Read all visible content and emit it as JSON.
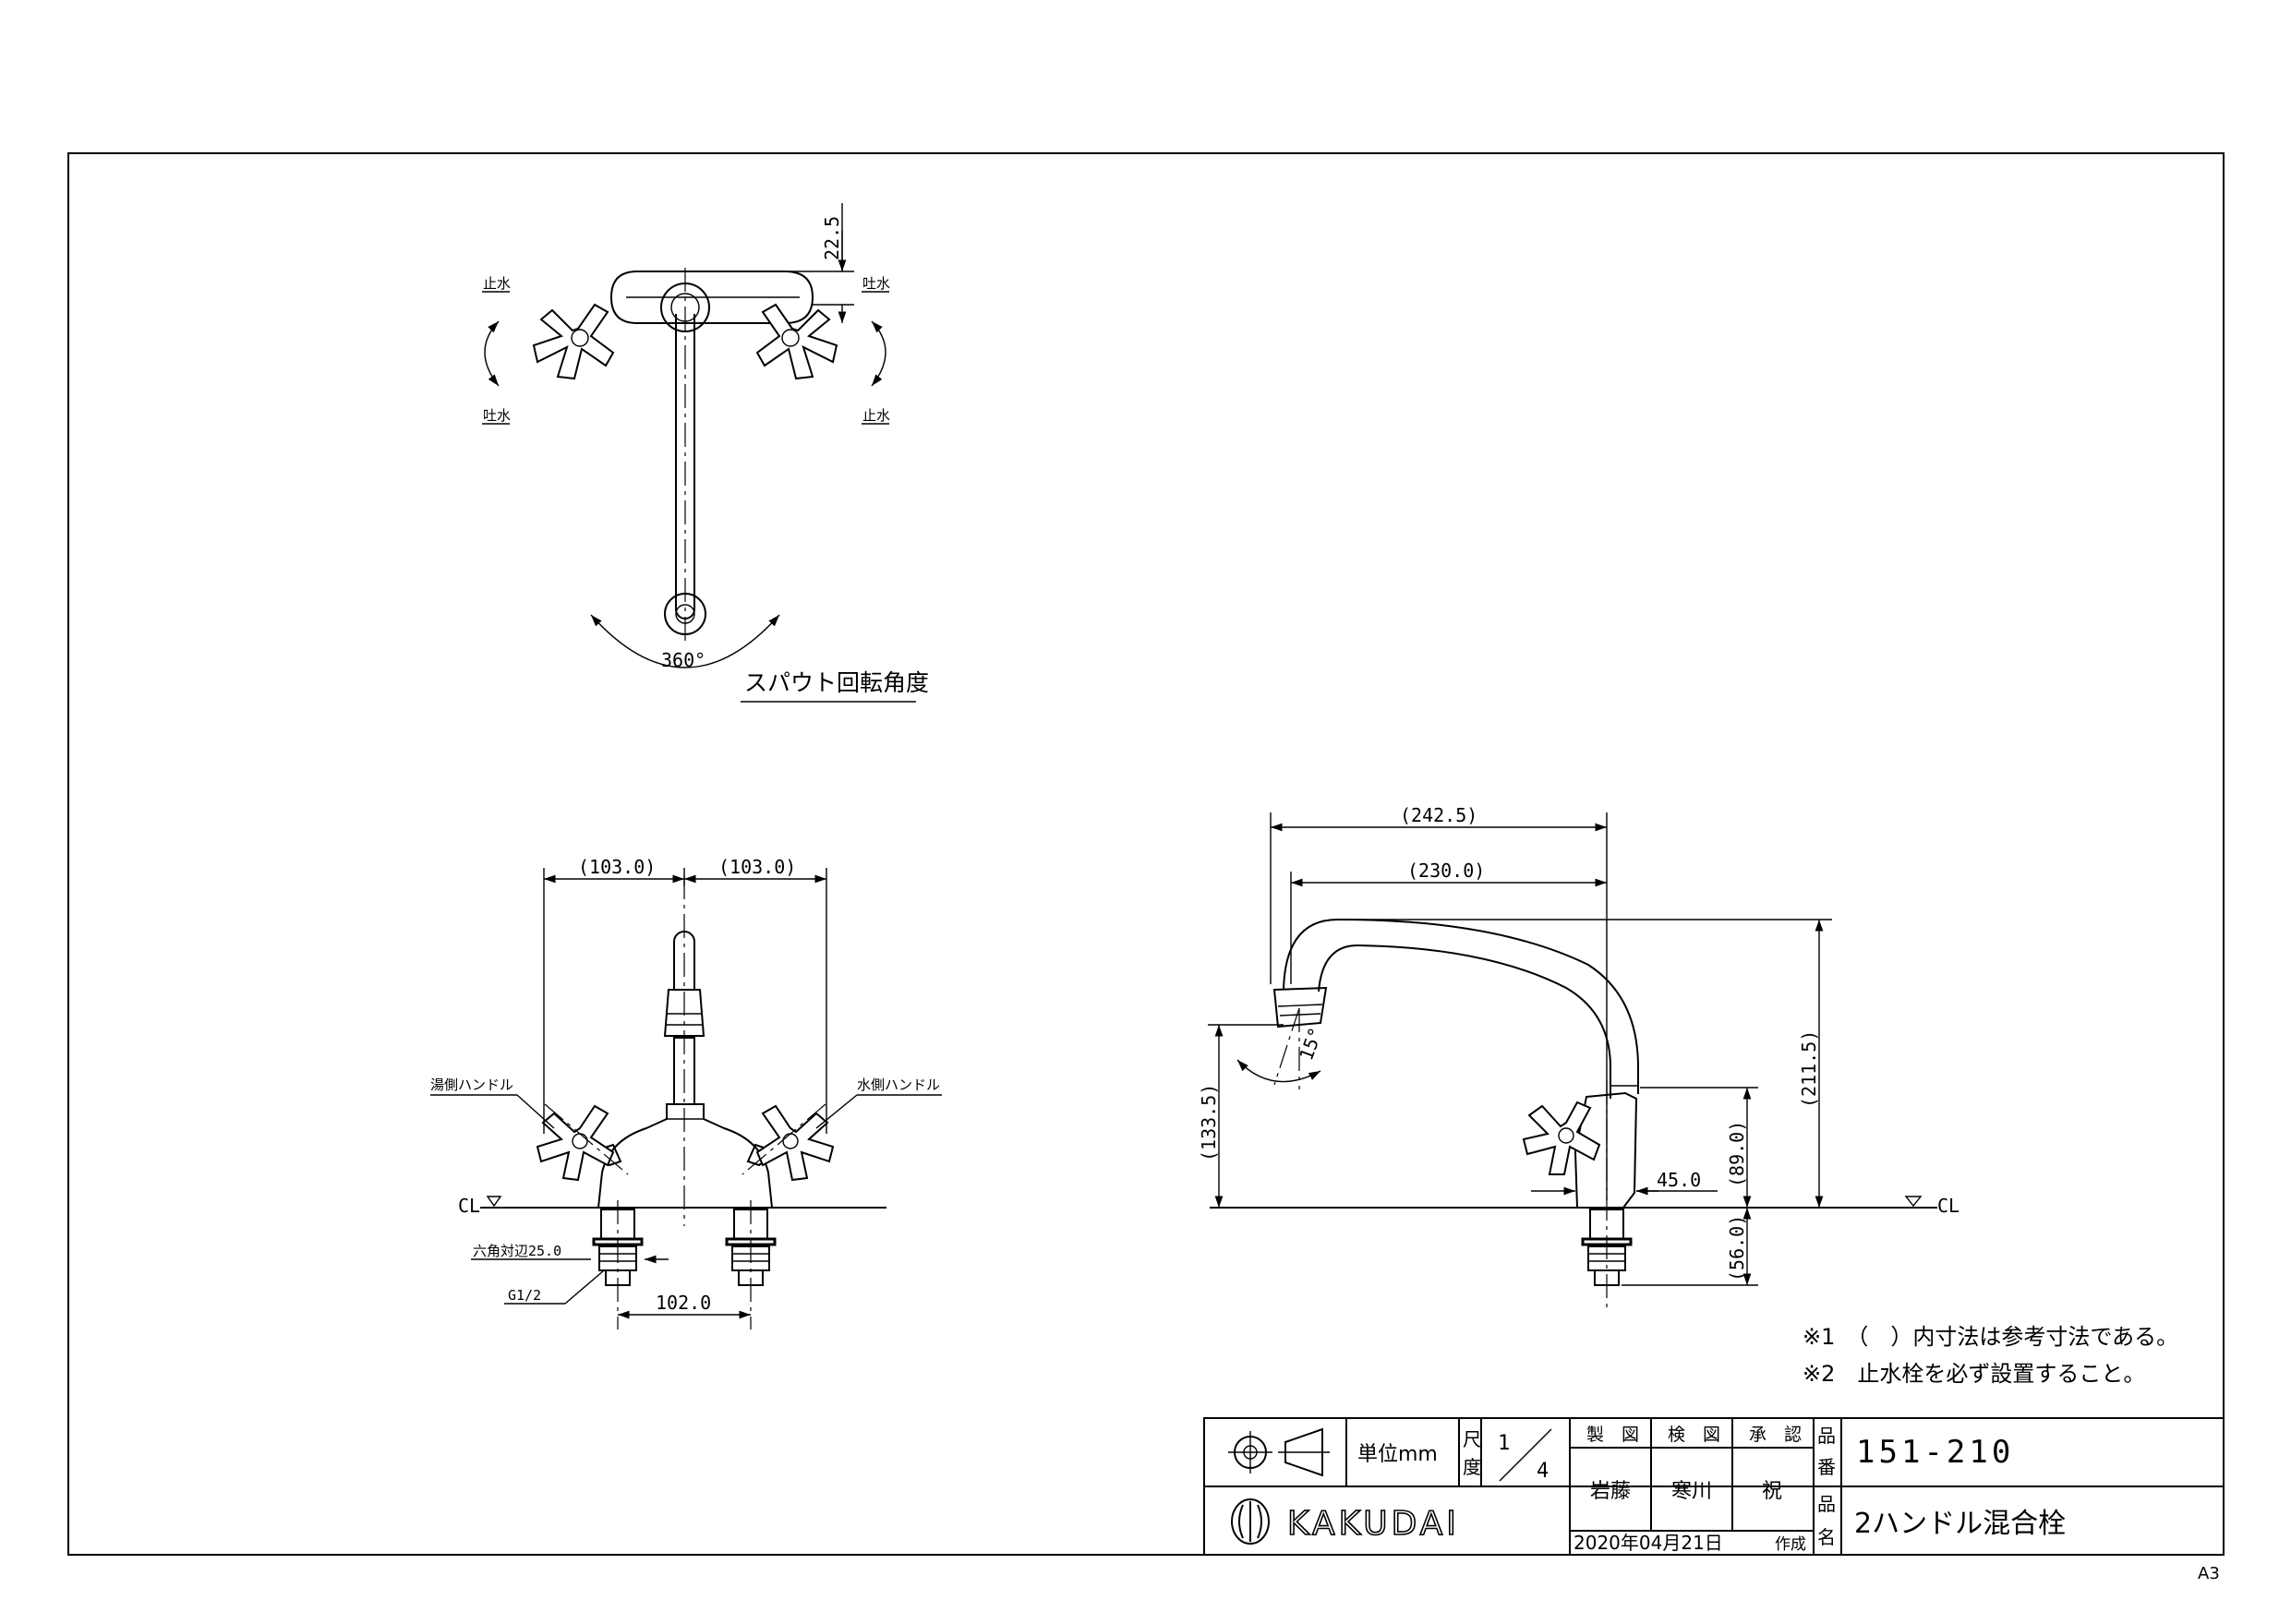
{
  "top_view": {
    "dim_22_5": "22.5",
    "left_upper": "止水",
    "left_lower": "吐水",
    "right_upper": "吐水",
    "right_lower": "止水",
    "angle": "360°",
    "caption": "スパウト回転角度"
  },
  "front_view": {
    "dim_left": "(103.0)",
    "dim_right": "(103.0)",
    "hot_handle": "湯側ハンドル",
    "cold_handle": "水側ハンドル",
    "cl": "CL",
    "hex": "六角対辺25.0",
    "thread": "G1/2",
    "pitch": "102.0"
  },
  "side_view": {
    "dim_242_5": "(242.5)",
    "dim_230": "(230.0)",
    "dim_211_5": "(211.5)",
    "dim_133_5": "(133.5)",
    "dim_89": "(89.0)",
    "dim_56": "(56.0)",
    "dim_45": "45.0",
    "angle_15": "15°",
    "cl": "CL"
  },
  "notes": {
    "note1": "※1　（　）内寸法は参考寸法である。",
    "note2": "※2　止水栓を必ず設置すること。"
  },
  "title_block": {
    "unit": "単位mm",
    "scale_label_1": "尺",
    "scale_label_2": "度",
    "scale_num": "1",
    "scale_den": "4",
    "drawn_label": "製　図",
    "checked_label": "検　図",
    "approved_label": "承　認",
    "drawn_by": "岩藤",
    "checked_by": "寒川",
    "approved_by": "祝",
    "part_no_label_1": "品",
    "part_no_label_2": "番",
    "part_no": "151-210",
    "part_name_label_1": "品",
    "part_name_label_2": "名",
    "part_name": "2ハンドル混合栓",
    "date": "2020年04月21日",
    "created": "作成",
    "logo": "KAKUDAI"
  },
  "sheet_size": "A3"
}
